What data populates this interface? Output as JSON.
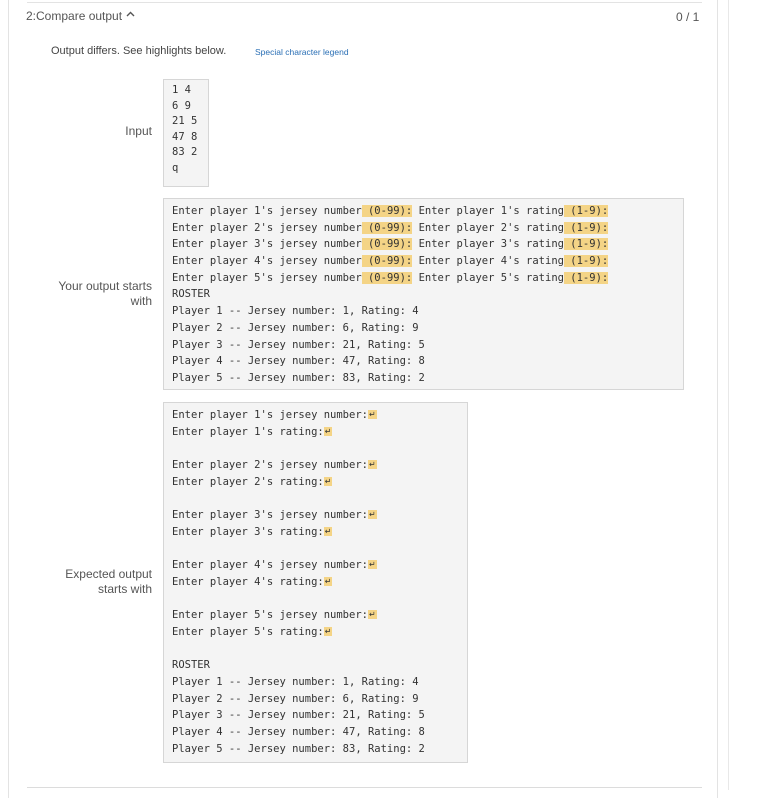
{
  "test": {
    "header_label": "2:Compare output",
    "score": "0 / 1",
    "status_message": "Output differs. See highlights below.",
    "legend_link": "Special character legend"
  },
  "input": {
    "label": "Input",
    "lines": [
      "1 4",
      "6 9",
      "21 5",
      "47 8",
      "83 2",
      "q"
    ]
  },
  "your_output": {
    "label": "Your output starts with",
    "prompt_lines": [
      {
        "a": "Enter player 1's jersey number",
        "b": " (0-99)",
        "c": ":",
        "d": " Enter player 1's rating",
        "e": " (1-9)",
        "f": ":"
      },
      {
        "a": "Enter player 2's jersey number",
        "b": " (0-99)",
        "c": ":",
        "d": " Enter player 2's rating",
        "e": " (1-9)",
        "f": ":"
      },
      {
        "a": "Enter player 3's jersey number",
        "b": " (0-99)",
        "c": ":",
        "d": " Enter player 3's rating",
        "e": " (1-9)",
        "f": ":"
      },
      {
        "a": "Enter player 4's jersey number",
        "b": " (0-99)",
        "c": ":",
        "d": " Enter player 4's rating",
        "e": " (1-9)",
        "f": ":"
      },
      {
        "a": "Enter player 5's jersey number",
        "b": " (0-99)",
        "c": ":",
        "d": " Enter player 5's rating",
        "e": " (1-9)",
        "f": ":"
      }
    ],
    "roster_lines": [
      "ROSTER",
      "Player 1 -- Jersey number: 1, Rating: 4",
      "Player 2 -- Jersey number: 6, Rating: 9",
      "Player 3 -- Jersey number: 21, Rating: 5",
      "Player 4 -- Jersey number: 47, Rating: 8",
      "Player 5 -- Jersey number: 83, Rating: 2"
    ]
  },
  "expected_output": {
    "label": "Expected output starts with",
    "lines": [
      {
        "text": "Enter player 1's jersey number:",
        "nl": true
      },
      {
        "text": "Enter player 1's rating:",
        "nl": true
      },
      {
        "text": "",
        "nl": false
      },
      {
        "text": "Enter player 2's jersey number:",
        "nl": true
      },
      {
        "text": "Enter player 2's rating:",
        "nl": true
      },
      {
        "text": "",
        "nl": false
      },
      {
        "text": "Enter player 3's jersey number:",
        "nl": true
      },
      {
        "text": "Enter player 3's rating:",
        "nl": true
      },
      {
        "text": "",
        "nl": false
      },
      {
        "text": "Enter player 4's jersey number:",
        "nl": true
      },
      {
        "text": "Enter player 4's rating:",
        "nl": true
      },
      {
        "text": "",
        "nl": false
      },
      {
        "text": "Enter player 5's jersey number:",
        "nl": true
      },
      {
        "text": "Enter player 5's rating:",
        "nl": true
      },
      {
        "text": "",
        "nl": false
      },
      {
        "text": "ROSTER",
        "nl": false
      },
      {
        "text": "Player 1 -- Jersey number: 1, Rating: 4",
        "nl": false
      },
      {
        "text": "Player 2 -- Jersey number: 6, Rating: 9",
        "nl": false
      },
      {
        "text": "Player 3 -- Jersey number: 21, Rating: 5",
        "nl": false
      },
      {
        "text": "Player 4 -- Jersey number: 47, Rating: 8",
        "nl": false
      },
      {
        "text": "Player 5 -- Jersey number: 83, Rating: 2",
        "nl": false
      }
    ]
  },
  "icons": {
    "collapse": "chevron-up-icon",
    "newline": "newline-return-icon"
  },
  "newline_glyph": "↵",
  "colors": {
    "highlight": "#f4d486",
    "link": "#2a6fb5",
    "code_bg": "#f4f4f4"
  }
}
